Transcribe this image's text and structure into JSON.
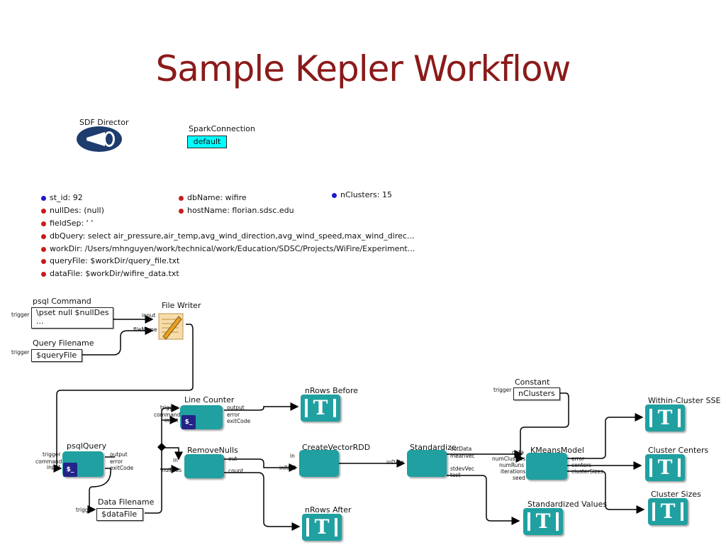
{
  "title": "Sample Kepler Workflow",
  "director": {
    "label": "SDF Director"
  },
  "spark": {
    "label": "SparkConnection",
    "value": "default"
  },
  "parameters": [
    {
      "text": "st_id: 92",
      "color": "#1a1acc"
    },
    {
      "text": "dbName: wifire",
      "color": "#cc1a1a"
    },
    {
      "text": "nClusters: 15",
      "color": "#1a1acc"
    },
    {
      "text": "nullDes: (null)",
      "color": "#cc1a1a"
    },
    {
      "text": "hostName: florian.sdsc.edu",
      "color": "#cc1a1a"
    },
    {
      "text": "fieldSep: ' '",
      "color": "#cc1a1a"
    },
    {
      "text": "dbQuery: select air_pressure,air_temp,avg_wind_direction,avg_wind_speed,max_wind_direc...",
      "color": "#cc1a1a"
    },
    {
      "text": "workDir: /Users/mhnguyen/work/technical/work/Education/SDSC/Projects/WiFire/Experiment...",
      "color": "#cc1a1a"
    },
    {
      "text": "queryFile: $workDir/query_file.txt",
      "color": "#cc1a1a"
    },
    {
      "text": "dataFile: $workDir/wifire_data.txt",
      "color": "#cc1a1a"
    }
  ],
  "actors": {
    "psql_command": {
      "label": "psql Command",
      "value_line1": "\\pset null $nullDes",
      "value_line2": "...",
      "port_trigger": "trigger"
    },
    "query_filename": {
      "label": "Query Filename",
      "value": "$queryFile",
      "port_trigger": "trigger"
    },
    "file_writer": {
      "label": "File Writer",
      "port_input": "input",
      "port_filename": "fileName"
    },
    "line_counter": {
      "label": "Line Counter",
      "ports_in": [
        "trigger",
        "command",
        "input"
      ],
      "ports_out": [
        "output",
        "error",
        "exitCode"
      ]
    },
    "nrows_before": {
      "label": "nRows Before",
      "glyph": "T"
    },
    "psql_query": {
      "label": "psqlQuery",
      "ports_in": [
        "trigger",
        "command",
        "input"
      ],
      "ports_out": [
        "output",
        "error",
        "exitCode"
      ]
    },
    "remove_nulls": {
      "label": "RemoveNulls",
      "ports_in": [
        "in",
        "nullDes"
      ],
      "ports_out": [
        "out",
        "count"
      ]
    },
    "create_vector_rdd": {
      "label": "CreateVectorRDD",
      "ports_in": [
        "in",
        "inRDD"
      ]
    },
    "standardize": {
      "label": "Standardize",
      "port_in": "inData",
      "ports_out": [
        "outData",
        "meanVec",
        "stdevVec",
        "test"
      ]
    },
    "constant": {
      "label": "Constant",
      "value": "nClusters",
      "port_trigger": "trigger"
    },
    "kmeans": {
      "label": "KMeansModel",
      "ports_in": [
        "data",
        "numClusters",
        "numRuns",
        "iterations",
        "seed"
      ],
      "ports_out": [
        "error",
        "centers",
        "clusterSizes"
      ]
    },
    "data_filename": {
      "label": "Data Filename",
      "value": "$dataFile",
      "port_trigger": "trigger"
    },
    "nrows_after": {
      "label": "nRows After",
      "glyph": "T"
    },
    "standardized_values": {
      "label": "Standardized Values",
      "glyph": "T"
    },
    "within_cluster_sse": {
      "label": "Within-Cluster SSE",
      "glyph": "T"
    },
    "cluster_centers": {
      "label": "Cluster Centers",
      "glyph": "T"
    },
    "cluster_sizes": {
      "label": "Cluster Sizes",
      "glyph": "T"
    }
  }
}
